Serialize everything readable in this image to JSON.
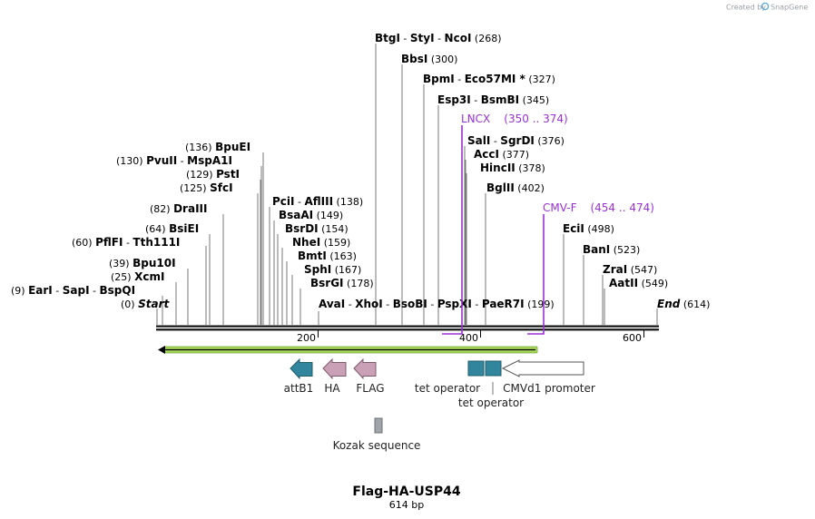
{
  "credit": {
    "text": "Created by",
    "brand": "SnapGene"
  },
  "title": "Flag-HA-USP44",
  "length_label": "614 bp",
  "ruler": {
    "ticks": [
      "200",
      "400",
      "600"
    ]
  },
  "sites": [
    {
      "label": [
        "(0)",
        " ",
        "Start"
      ],
      "italic": true
    },
    {
      "label": [
        "(9)",
        " ",
        "EarI",
        " - ",
        "SapI",
        " - ",
        "BspQI"
      ]
    },
    {
      "label": [
        "(25)",
        " ",
        "XcmI"
      ]
    },
    {
      "label": [
        "(39)",
        " ",
        "Bpu10I"
      ]
    },
    {
      "label": [
        "(60)",
        " ",
        "PflFI",
        " - ",
        "Tth111I"
      ]
    },
    {
      "label": [
        "(64)",
        " ",
        "BsiEI"
      ]
    },
    {
      "label": [
        "(82)",
        " ",
        "DraIII"
      ]
    },
    {
      "label": [
        "(125)",
        " ",
        "SfcI"
      ]
    },
    {
      "label": [
        "(129)",
        " ",
        "PstI"
      ]
    },
    {
      "label": [
        "(130)",
        " ",
        "PvuII",
        " - ",
        "MspA1I"
      ]
    },
    {
      "label": [
        "(136)",
        " ",
        "BpuEI"
      ]
    },
    {
      "label": [
        "PciI",
        " - ",
        "AflIII",
        " ",
        "(138)"
      ]
    },
    {
      "label": [
        "BsaAI",
        " ",
        "(149)"
      ]
    },
    {
      "label": [
        "BsrDI",
        " ",
        "(154)"
      ]
    },
    {
      "label": [
        "NheI",
        " ",
        "(159)"
      ]
    },
    {
      "label": [
        "BmtI",
        " ",
        "(163)"
      ]
    },
    {
      "label": [
        "SphI",
        " ",
        "(167)"
      ]
    },
    {
      "label": [
        "BsrGI",
        " ",
        "(178)"
      ]
    },
    {
      "label": [
        "BtgI",
        " - ",
        "StyI",
        " - ",
        "NcoI",
        " ",
        "(268)"
      ]
    },
    {
      "label": [
        "BbsI",
        " ",
        "(300)"
      ]
    },
    {
      "label": [
        "BpmI",
        " - ",
        "Eco57MI *",
        " ",
        "(327)"
      ]
    },
    {
      "label": [
        "Esp3I",
        " - ",
        "BsmBI",
        " ",
        "(345)"
      ]
    },
    {
      "label": [
        "SalI",
        " - ",
        "SgrDI",
        " ",
        "(376)"
      ]
    },
    {
      "label": [
        "AccI",
        " ",
        "(377)"
      ]
    },
    {
      "label": [
        "HincII",
        " ",
        "(378)"
      ]
    },
    {
      "label": [
        "BglII",
        " ",
        "(402)"
      ]
    },
    {
      "label": [
        "EciI",
        " ",
        "(498)"
      ]
    },
    {
      "label": [
        "BanI",
        " ",
        "(523)"
      ]
    },
    {
      "label": [
        "ZraI",
        " ",
        "(547)"
      ]
    },
    {
      "label": [
        "AatII",
        " ",
        "(549)"
      ]
    },
    {
      "label": [
        "End",
        " ",
        "(614)"
      ],
      "italic": true
    },
    {
      "label": [
        "AvaI",
        " - ",
        "XhoI",
        " - ",
        "BsoBI",
        " - ",
        "PspXI",
        " - ",
        "PaeR7I",
        " ",
        "(199)"
      ]
    }
  ],
  "primers": [
    {
      "name": "LNCX",
      "range": "(350 .. 374)",
      "color": "#9b30d9"
    },
    {
      "name": "CMV-F",
      "range": "(454 .. 474)",
      "color": "#9b30d9"
    }
  ],
  "features": [
    {
      "name": "attB1",
      "color": "#31859c"
    },
    {
      "name": "HA",
      "color": "#c9a0b6"
    },
    {
      "name": "FLAG",
      "color": "#c9a0b6"
    },
    {
      "name": "tet operator",
      "color": "#31859c"
    },
    {
      "name": "tet operator",
      "color": "#31859c"
    },
    {
      "name": "CMVd1 promoter",
      "color": "#ffffff"
    },
    {
      "name": "Kozak sequence",
      "color": "#a0a4ab"
    }
  ],
  "orf_color": "#a6d65a"
}
